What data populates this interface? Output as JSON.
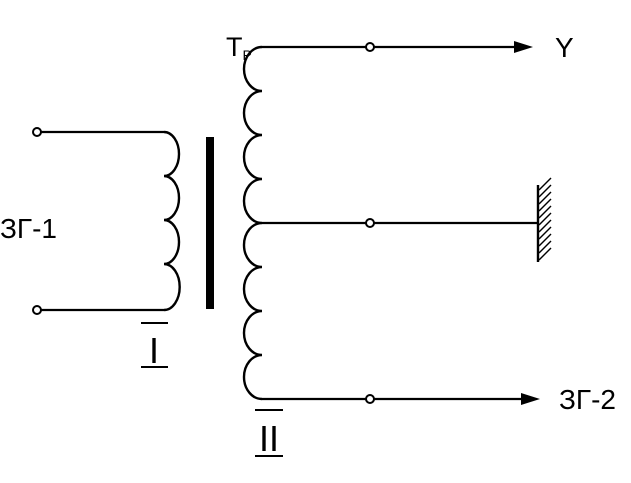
{
  "transformer": {
    "label_main": "T",
    "label_sub": "P"
  },
  "primary": {
    "source_label": "ЗГ-1",
    "winding_label": "I"
  },
  "secondary": {
    "winding_label": "II",
    "output_top_label": "Y",
    "output_bottom_label": "ЗГ-2"
  }
}
